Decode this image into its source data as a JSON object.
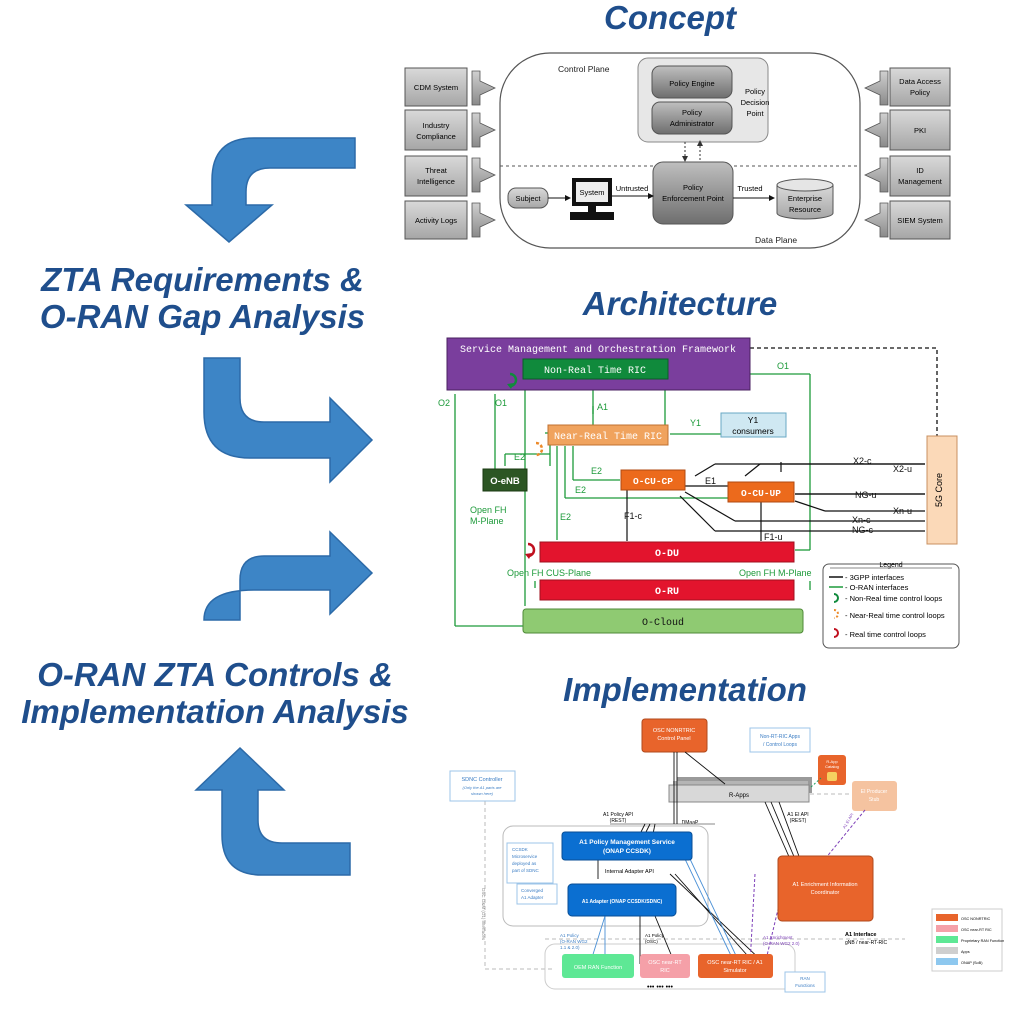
{
  "headings": {
    "concept": "Concept",
    "architecture": "Architecture",
    "implementation": "Implementation",
    "left_top": "ZTA Requirements &",
    "left_top2": "O-RAN Gap Analysis",
    "left_bottom": "O-RAN ZTA Controls &",
    "left_bottom2": "Implementation Analysis"
  },
  "concept": {
    "control_plane": "Control Plane",
    "data_plane": "Data Plane",
    "left_inputs": [
      "CDM System",
      "Industry Compliance",
      "Threat Intelligence",
      "Activity Logs"
    ],
    "right_inputs": [
      "Data Access Policy",
      "PKI",
      "ID Management",
      "SIEM System"
    ],
    "policy_engine": "Policy Engine",
    "policy_administrator": "Policy Administrator",
    "pdp": "Policy Decision Point",
    "pep": "Policy Enforcement Point",
    "subject": "Subject",
    "system": "System",
    "untrusted": "Untrusted",
    "trusted": "Trusted",
    "enterprise_resource": "Enterprise Resource"
  },
  "arch": {
    "smo": "Service Management and Orchestration Framework",
    "non_rt_ric": "Non-Real Time RIC",
    "near_rt_ric": "Near-Real Time RIC",
    "y1_consumers": "Y1 consumers",
    "o_enb": "O-eNB",
    "o_cu_cp": "O-CU-CP",
    "o_cu_up": "O-CU-UP",
    "o_du": "O-DU",
    "o_ru": "O-RU",
    "o_cloud": "O-Cloud",
    "core": "5G Core",
    "labels": {
      "o1_top": "O1",
      "o2": "O2",
      "o1_left": "O1",
      "a1": "A1",
      "y1": "Y1",
      "e2_a": "E2",
      "e2_b": "E2",
      "e2_c": "E2",
      "e2_d": "E2",
      "e1": "E1",
      "f1c": "F1-c",
      "f1u": "F1-u",
      "x2c": "X2-c",
      "x2u": "X2-u",
      "ngu": "NG-u",
      "xnu": "Xn-u",
      "xnc": "Xn-c",
      "ngc": "NG-c",
      "open_fh_m": "Open FH M-Plane",
      "open_fh_cus": "Open FH CUS-Plane",
      "open_fh_m2": "Open FH M-Plane"
    },
    "legend": {
      "title": "Legend",
      "items": [
        "- 3GPP interfaces",
        "- O-RAN interfaces",
        "- Non-Real time control loops",
        "- Near-Real time control loops",
        "- Real time control loops"
      ]
    }
  },
  "impl": {
    "nonrtric_panel": "OSC NONRTRIC Control Panel",
    "apps_note": "Non-RT-RIC Apps / Control Loops",
    "r_apps": "R-Apps",
    "r_app_catalog": "R-App Catalog",
    "ei_producer": "EI Producer Stub",
    "sdnc_controller": "SDNC Controller",
    "sdnc_note": "(Only the A1 parts are shown here)",
    "a1_policy_api": "A1 Policy API (REST)",
    "dmaap": "DMaaP",
    "a1_ei_api": "A1 EI API (REST)",
    "pms": "A1 Policy Management Service",
    "pms_sub": "(ONAP CCSDK)",
    "ccsdk_note": "CCSDK Microservice deployed as part of SDNC",
    "internal_api": "Internal Adapter API",
    "converged": "Converged A1 Adapter",
    "a1_adapter": "A1 Adapter (ONAP CCSDK/SDNC)",
    "eic": "A1 Enrichment Information Coordinator",
    "a1_interface": "A1 Interface",
    "gnb_near": "gNB / near-RT-RIC",
    "a1_policy_wg": "A1 Policy (O-RAN WG2 1.1 & 2.0)",
    "a1_policy_osc": "A1 Policy (OSC)",
    "a1_enrichment": "A1 Enrichment (O-RAN WG2 2.0)",
    "oem": "OEM RAN Function",
    "osc_ric": "OSC near-RT RIC",
    "osc_sim": "OSC near-RT RIC / A1 Simulator",
    "ellipsis": "•••  •••  •••",
    "ran_functions": "RAN Functions",
    "oam_note": "OSC O&M (O1) interfaces",
    "legend": [
      "OSC NONRTRIC",
      "OSC near-RT RIC",
      "Proprietary RAN Function",
      "Apps",
      "ONAP (SoB)"
    ]
  },
  "colors": {
    "heading": "#1f4e8c",
    "arrow": "#3d85c6",
    "smo": "#7a3e9d",
    "green": "#108a3c",
    "orange": "#f0a35e",
    "orange_dark": "#ec6a1c",
    "red": "#e3142d",
    "cloud": "#8fca72",
    "core": "#fbd9b8",
    "impl_orange": "#e8642b",
    "impl_blue": "#0b6fd1"
  }
}
